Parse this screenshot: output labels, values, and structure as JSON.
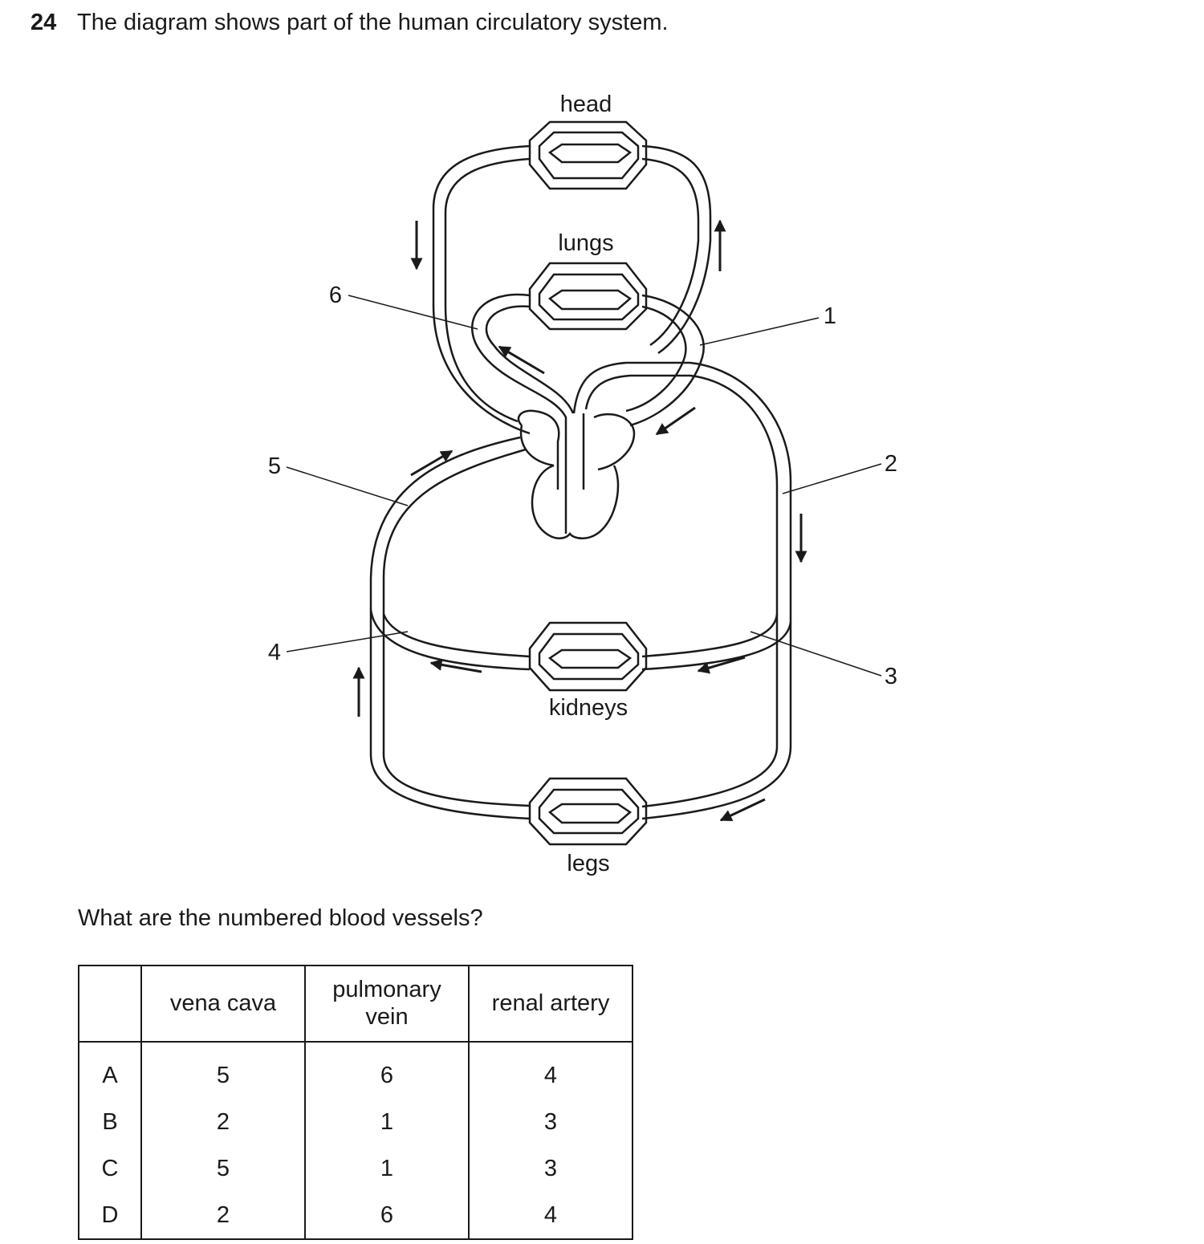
{
  "question": {
    "number": "24",
    "text": "The diagram shows part of the human circulatory system."
  },
  "diagram": {
    "organ_labels": {
      "head": "head",
      "lungs": "lungs",
      "kidneys": "kidneys",
      "legs": "legs"
    },
    "vessel_numbers": {
      "n1": "1",
      "n2": "2",
      "n3": "3",
      "n4": "4",
      "n5": "5",
      "n6": "6"
    }
  },
  "prompt": "What are the numbered blood vessels?",
  "table": {
    "headers": [
      "",
      "vena cava",
      "pulmonary\nvein",
      "renal artery"
    ],
    "header_lines": {
      "pulmonary_1": "pulmonary",
      "pulmonary_2": "vein"
    },
    "rows": [
      {
        "option": "A",
        "vena_cava": "5",
        "pulmonary_vein": "6",
        "renal_artery": "4"
      },
      {
        "option": "B",
        "vena_cava": "2",
        "pulmonary_vein": "1",
        "renal_artery": "3"
      },
      {
        "option": "C",
        "vena_cava": "5",
        "pulmonary_vein": "1",
        "renal_artery": "3"
      },
      {
        "option": "D",
        "vena_cava": "2",
        "pulmonary_vein": "6",
        "renal_artery": "4"
      }
    ]
  }
}
